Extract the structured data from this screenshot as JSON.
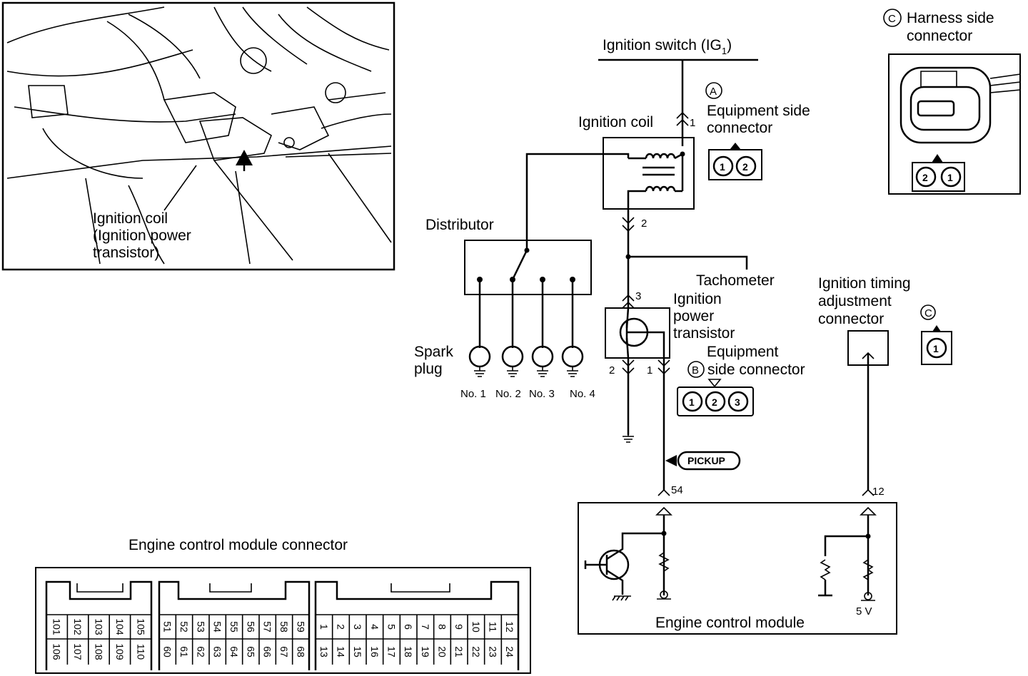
{
  "photo": {
    "label_line1": "Ignition coil",
    "label_line2": "(Ignition power",
    "label_line3": "transistor)"
  },
  "ignition_switch": {
    "label": "Ignition switch (IG",
    "subscript": "1",
    "close": ")"
  },
  "ignition_coil": {
    "label": "Ignition coil",
    "pin_top": "1",
    "pin_bottom": "2"
  },
  "connector_a": {
    "letter": "A",
    "label_line1": "Equipment side",
    "label_line2": "connector",
    "pins": [
      "1",
      "2"
    ]
  },
  "connector_c_harness": {
    "letter": "C",
    "label_line1": "Harness side",
    "label_line2": "connector",
    "pins": [
      "2",
      "1"
    ]
  },
  "distributor": {
    "label": "Distributor"
  },
  "spark_plug": {
    "label_line1": "Spark",
    "label_line2": "plug",
    "numbers": [
      "No. 1",
      "No. 2",
      "No. 3",
      "No. 4"
    ]
  },
  "tachometer": {
    "label": "Tachometer"
  },
  "power_transistor": {
    "label_line1": "Ignition",
    "label_line2": "power",
    "label_line3": "transistor",
    "pin_top": "3",
    "pin_left": "2",
    "pin_right": "1"
  },
  "connector_b": {
    "letter": "B",
    "label_line1": "Equipment",
    "label_line2": "side connector",
    "pins": [
      "1",
      "2",
      "3"
    ]
  },
  "timing_connector": {
    "label_line1": "Ignition timing",
    "label_line2": "adjustment",
    "label_line3": "connector",
    "letter": "C",
    "pin": "1"
  },
  "pickup": {
    "label": "PICKUP"
  },
  "ecm": {
    "label": "Engine control module",
    "terminal_left": "54",
    "terminal_right": "12",
    "supply": "5 V"
  },
  "ecm_connector": {
    "title": "Engine control module connector",
    "block1": {
      "top": [
        "101",
        "102",
        "103",
        "104",
        "105"
      ],
      "bottom": [
        "106",
        "107",
        "108",
        "109",
        "110"
      ]
    },
    "block2": {
      "top": [
        "51",
        "52",
        "53",
        "54",
        "55",
        "56",
        "57",
        "58",
        "59"
      ],
      "bottom": [
        "60",
        "61",
        "62",
        "63",
        "64",
        "65",
        "66",
        "67",
        "68"
      ]
    },
    "block3": {
      "top": [
        "1",
        "2",
        "3",
        "4",
        "5",
        "6",
        "7",
        "8",
        "9",
        "10",
        "11",
        "12"
      ],
      "bottom": [
        "13",
        "14",
        "15",
        "16",
        "17",
        "18",
        "19",
        "20",
        "21",
        "22",
        "23",
        "24"
      ]
    }
  }
}
